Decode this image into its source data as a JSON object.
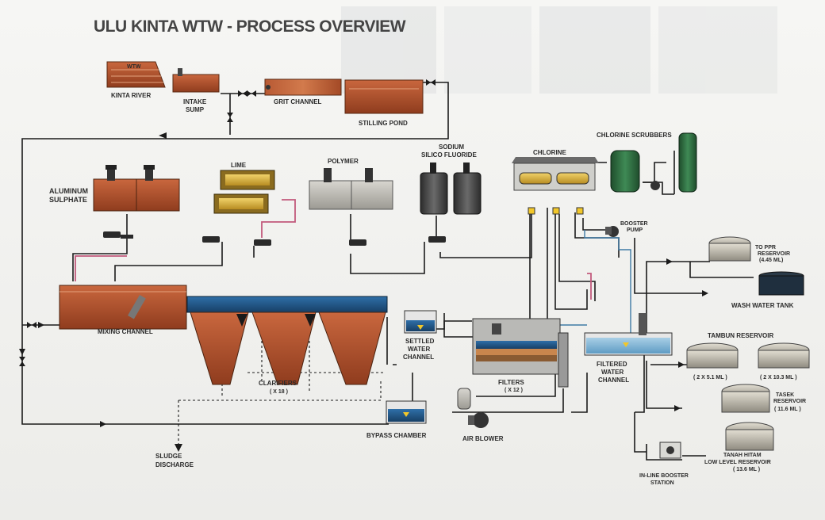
{
  "title": "ULU KINTA WTW - PROCESS OVERVIEW",
  "labels": {
    "kinta_river": "KINTA RIVER",
    "kinta_river_sign": "WTW",
    "intake_sump_1": "INTAKE",
    "intake_sump_2": "SUMP",
    "grit_channel": "GRIT CHANNEL",
    "stilling_pond": "STILLING POND",
    "aluminum_1": "ALUMINUM",
    "aluminum_2": "SULPHATE",
    "lime": "LIME",
    "polymer": "POLYMER",
    "sodium_1": "SODIUM",
    "sodium_2": "SILICO FLUORIDE",
    "chlorine": "CHLORINE",
    "chlorine_scrubbers": "CHLORINE SCRUBBERS",
    "booster_pump_1": "BOOSTER",
    "booster_pump_2": "PUMP",
    "mixing_channel": "MIXING CHANNEL",
    "clarifiers": "CLARIFIERS",
    "clarifiers_count": "( X 18 )",
    "settled_1": "SETTLED",
    "settled_2": "WATER",
    "settled_3": "CHANNEL",
    "filters": "FILTERS",
    "filters_count": "( X 12 )",
    "filtered_1": "FILTERED",
    "filtered_2": "WATER",
    "filtered_3": "CHANNEL",
    "bypass_chamber": "BYPASS CHAMBER",
    "air_blower": "AIR BLOWER",
    "sludge_1": "SLUDGE",
    "sludge_2": "DISCHARGE",
    "to_ppr_1": "TO PPR",
    "to_ppr_2": "RESERVOIR",
    "to_ppr_cap": "(4.45 ML)",
    "wash_water_tank": "WASH WATER TANK",
    "tambun_reservoir": "TAMBUN RESERVOIR",
    "tambun_cap_1": "( 2 X 5.1 ML )",
    "tambun_cap_2": "( 2 X 10.3 ML )",
    "tasek_1": "TASEK",
    "tasek_2": "RESERVOIR",
    "tasek_cap": "( 11.6 ML )",
    "tanah_1": "TANAH HITAM",
    "tanah_2": "LOW LEVEL RESERVOIR",
    "tanah_cap": "( 13.6 ML )",
    "inline_1": "IN-LINE BOOSTER",
    "inline_2": "STATION"
  }
}
